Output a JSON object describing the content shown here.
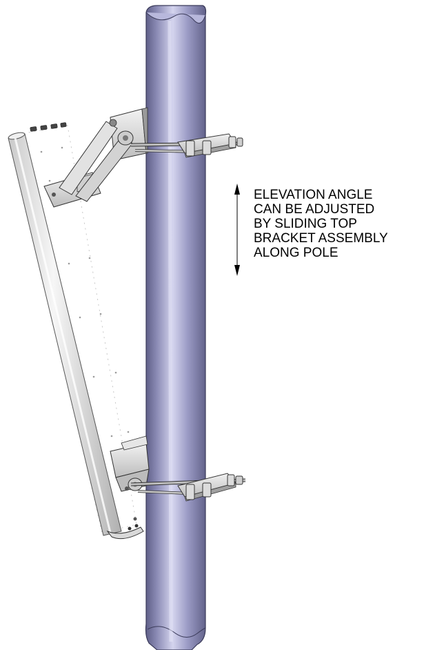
{
  "annotation": {
    "lines": [
      "ELEVATION ANGLE",
      "CAN BE ADJUSTED",
      "BY SLIDING TOP",
      "BRACKET ASSEMBLY",
      "ALONG POLE"
    ]
  },
  "colors": {
    "pole_dark": "#5e5e86",
    "pole_mid": "#9a9ac4",
    "pole_light": "#d4d4ee",
    "bracket": "#e4e4e4",
    "bracket_shadow": "#a8a8a8",
    "outline": "#2b2b2b",
    "text": "#000000"
  },
  "icons": {
    "arrow": "double-headed-vertical-arrow"
  }
}
